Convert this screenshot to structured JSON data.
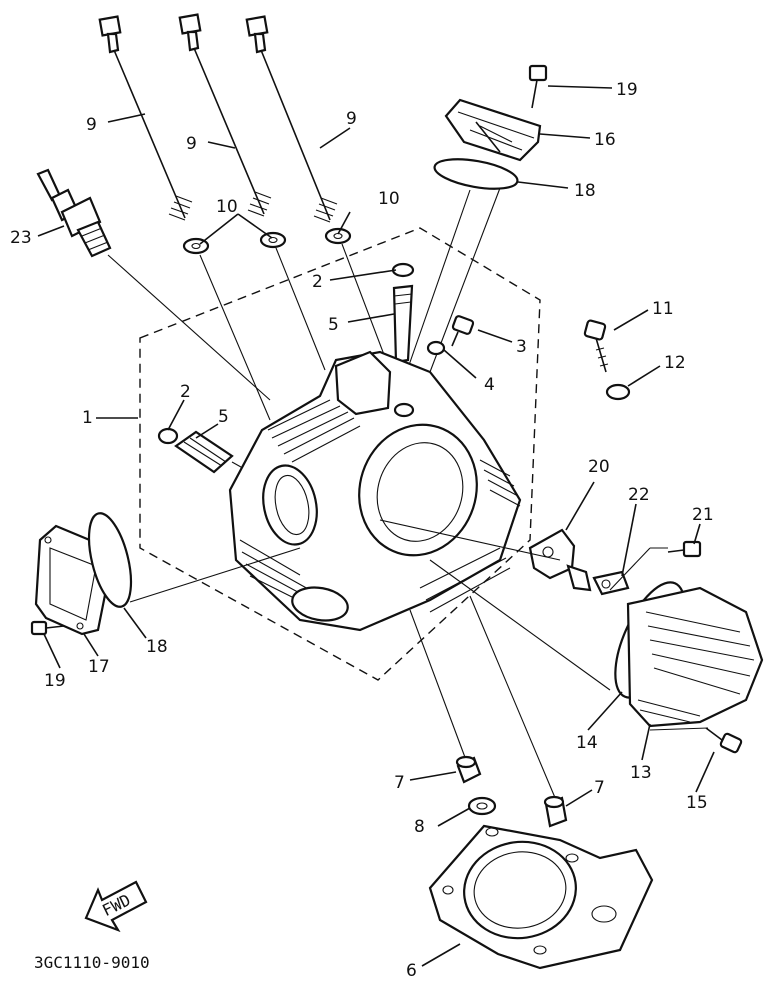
{
  "diagram": {
    "callouts": [
      {
        "id": "c9a",
        "label": "9"
      },
      {
        "id": "c9b",
        "label": "9"
      },
      {
        "id": "c9c",
        "label": "9"
      },
      {
        "id": "c10a",
        "label": "10"
      },
      {
        "id": "c10b",
        "label": "10"
      },
      {
        "id": "c23",
        "label": "23"
      },
      {
        "id": "c19a",
        "label": "19"
      },
      {
        "id": "c16",
        "label": "16"
      },
      {
        "id": "c18a",
        "label": "18"
      },
      {
        "id": "c2a",
        "label": "2"
      },
      {
        "id": "c5a",
        "label": "5"
      },
      {
        "id": "c3",
        "label": "3"
      },
      {
        "id": "c4",
        "label": "4"
      },
      {
        "id": "c11",
        "label": "11"
      },
      {
        "id": "c12",
        "label": "12"
      },
      {
        "id": "c1",
        "label": "1"
      },
      {
        "id": "c2b",
        "label": "2"
      },
      {
        "id": "c5b",
        "label": "5"
      },
      {
        "id": "c20",
        "label": "20"
      },
      {
        "id": "c22",
        "label": "22"
      },
      {
        "id": "c21",
        "label": "21"
      },
      {
        "id": "c18b",
        "label": "18"
      },
      {
        "id": "c19b",
        "label": "19"
      },
      {
        "id": "c17",
        "label": "17"
      },
      {
        "id": "c14",
        "label": "14"
      },
      {
        "id": "c13",
        "label": "13"
      },
      {
        "id": "c15",
        "label": "15"
      },
      {
        "id": "c7a",
        "label": "7"
      },
      {
        "id": "c7b",
        "label": "7"
      },
      {
        "id": "c8",
        "label": "8"
      },
      {
        "id": "c6",
        "label": "6"
      }
    ],
    "fwd_label": "FWD",
    "drawing_code": "3GC1110-9010"
  }
}
